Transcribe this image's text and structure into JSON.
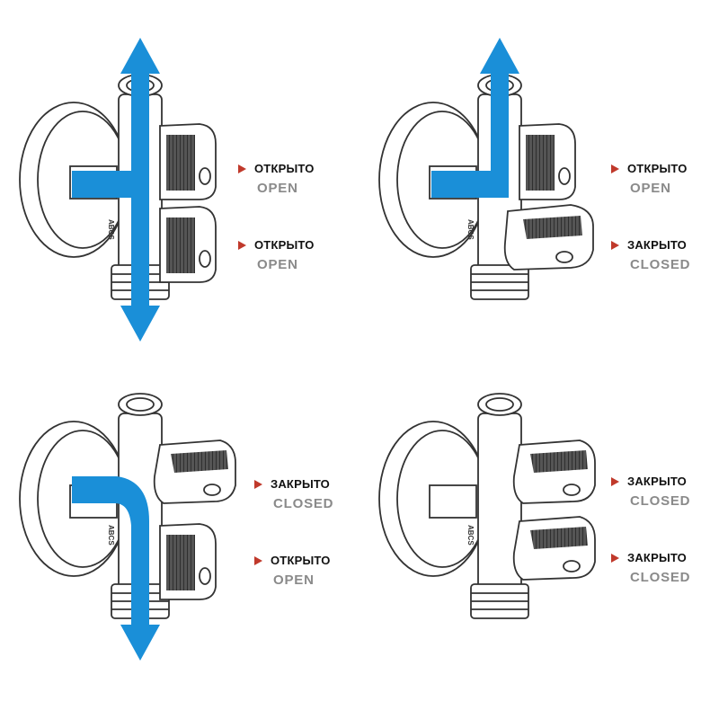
{
  "colors": {
    "flow": "#1a8fd8",
    "marker": "#c0392b",
    "outline": "#333333",
    "handle_grip": "#444444"
  },
  "brand_mark": "ABCS",
  "panels": [
    {
      "upper": {
        "ru": "ОТКРЫТО",
        "en": "OPEN",
        "state": "open"
      },
      "lower": {
        "ru": "ОТКРЫТО",
        "en": "OPEN",
        "state": "open"
      },
      "flow": [
        "top",
        "bottom"
      ]
    },
    {
      "upper": {
        "ru": "ОТКРЫТО",
        "en": "OPEN",
        "state": "open"
      },
      "lower": {
        "ru": "ЗАКРЫТО",
        "en": "CLOSED",
        "state": "closed"
      },
      "flow": [
        "top"
      ]
    },
    {
      "upper": {
        "ru": "ЗАКРЫТО",
        "en": "CLOSED",
        "state": "closed"
      },
      "lower": {
        "ru": "ОТКРЫТО",
        "en": "OPEN",
        "state": "open"
      },
      "flow": [
        "bottom"
      ]
    },
    {
      "upper": {
        "ru": "ЗАКРЫТО",
        "en": "CLOSED",
        "state": "closed"
      },
      "lower": {
        "ru": "ЗАКРЫТО",
        "en": "CLOSED",
        "state": "closed"
      },
      "flow": []
    }
  ]
}
